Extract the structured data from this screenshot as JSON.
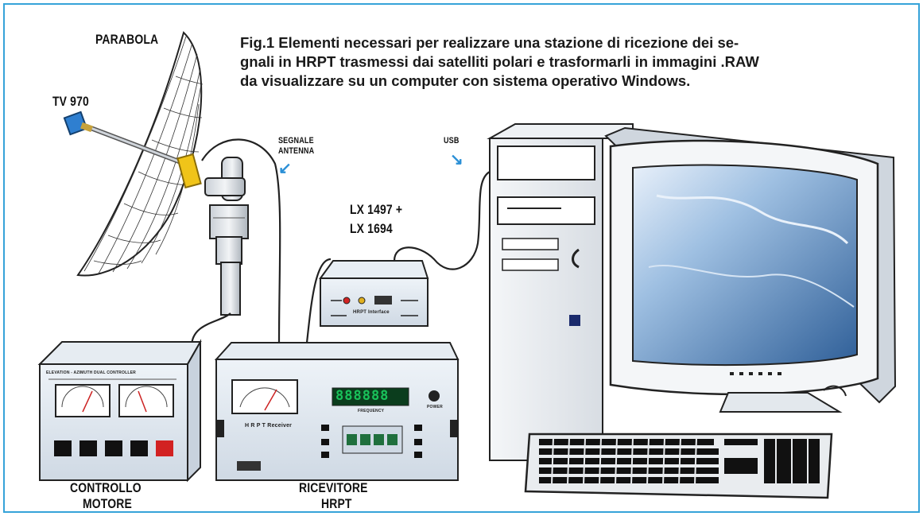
{
  "caption": {
    "line1": "Fig.1 Elementi necessari per realizzare una stazione di ricezione dei se-",
    "line2": "gnali in HRPT trasmessi dai satelliti polari e trasformarli in immagini .RAW",
    "line3": "da visualizzare su un computer con sistema operativo Windows."
  },
  "labels": {
    "parabola": "PARABOLA",
    "tv970": "TV 970",
    "segnale": "SEGNALE",
    "antenna": "ANTENNA",
    "usb": "USB",
    "lx_line1": "LX 1497 +",
    "lx_line2": "LX 1694",
    "controllo_line1": "CONTROLLO",
    "controllo_line2": "MOTORE",
    "ricevitore_line1": "RICEVITORE",
    "ricevitore_line2": "HRPT"
  },
  "device_text": {
    "interface_label": "HRPT Interface",
    "receiver_label": "H R P T   Receiver",
    "controller_label": "ELEVATION - AZIMUTH DUAL CONTROLLER",
    "frequency_display": "888888",
    "frequency_label": "FREQUENCY",
    "power_label": "POWER"
  },
  "colors": {
    "frame": "#36a3d9",
    "arrow": "#2a8fd6",
    "panel": "#dfe7ef",
    "display_green": "#19c25a",
    "button_green": "#1f6f3d",
    "button_red": "#d22222",
    "screen_blue": "#3d6ea8"
  },
  "icons": [
    "blue-arrow-icon"
  ]
}
